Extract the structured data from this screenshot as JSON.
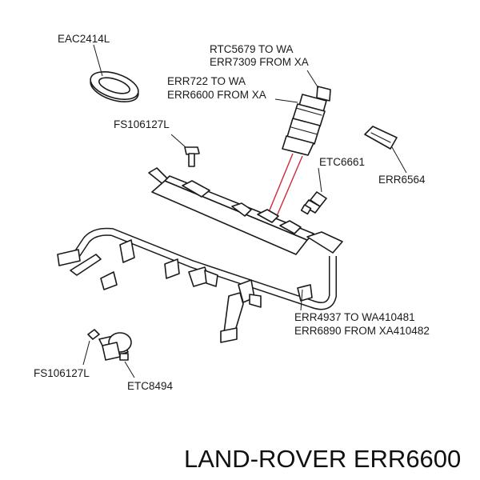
{
  "labels": {
    "eac2414l": "EAC2414L",
    "rtc5679": "RTC5679 TO WA",
    "err7309": "ERR7309 FROM XA",
    "err722": "ERR722 TO WA",
    "err6600_from": "ERR6600 FROM XA",
    "fs106127l_top": "FS106127L",
    "etc6661": "ETC6661",
    "err6564": "ERR6564",
    "err4937": "ERR4937 TO WA410481",
    "err6890": "ERR6890 FROM XA410482",
    "fs106127l_bottom": "FS106127L",
    "etc8494": "ETC8494"
  },
  "footer": {
    "brand": "LAND-ROVER ERR6600"
  },
  "colors": {
    "ink": "#1a1a1a",
    "highlight": "#cc2b3b"
  }
}
